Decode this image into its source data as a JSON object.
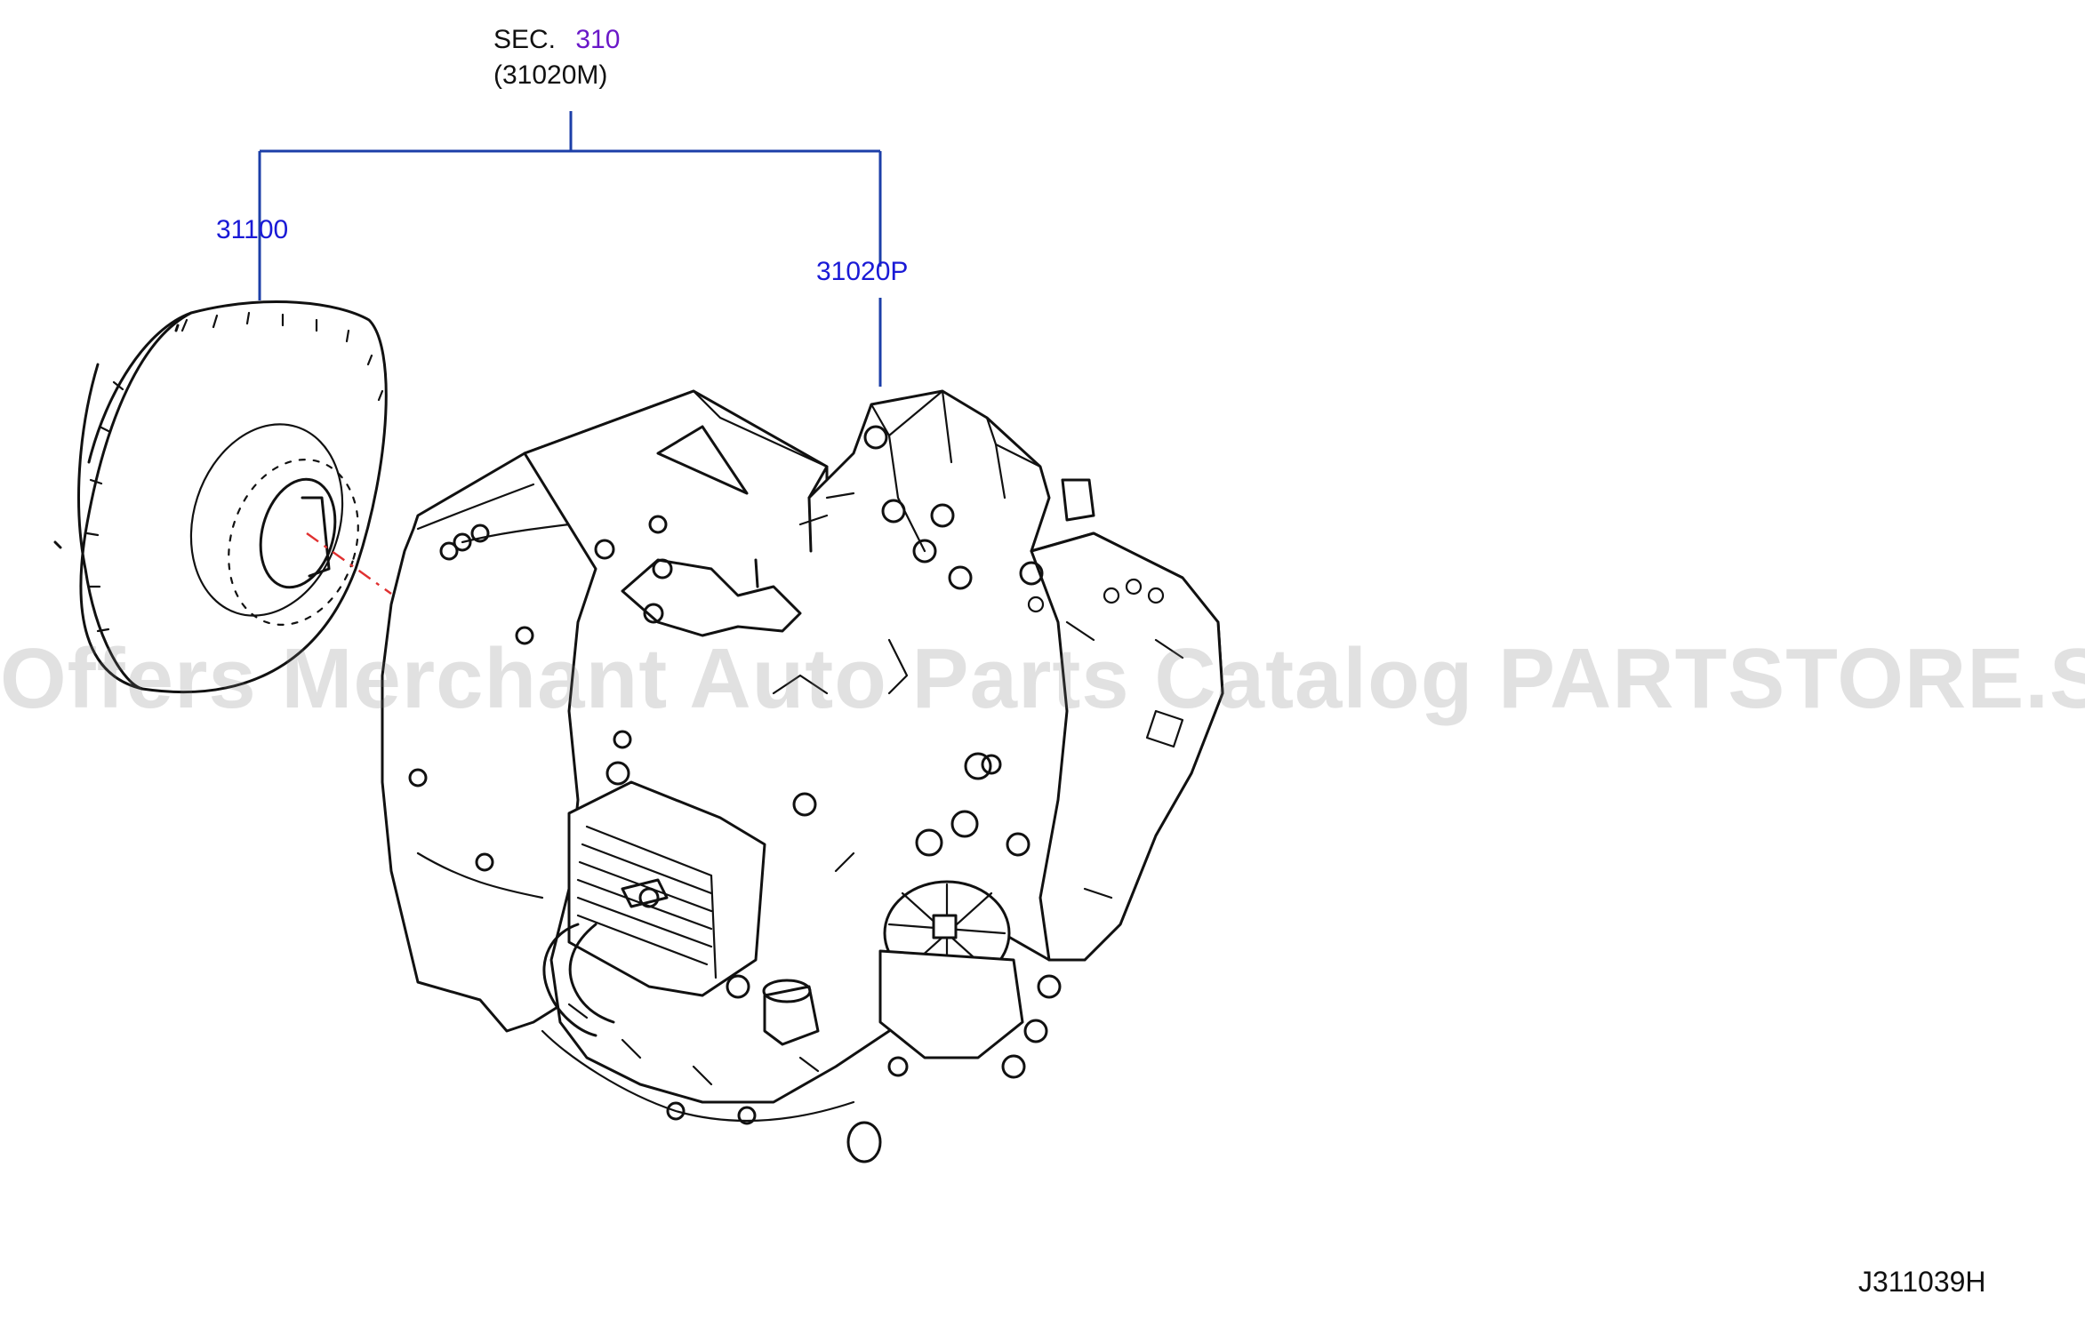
{
  "section": {
    "prefix": "SEC.",
    "number": "310",
    "code": "(31020M)"
  },
  "parts": {
    "torque_converter": "31100",
    "transaxle_assembly": "31020P"
  },
  "watermark": "Offers Merchant Auto Parts Catalog PARTSTORE.SA",
  "diagram_id": "J311039H",
  "colors": {
    "part_number": "#1a1ad6",
    "section_number": "#6a18c8",
    "leader_line": "#1c3fa8",
    "centerline": "#e03030",
    "linework": "#111111"
  }
}
